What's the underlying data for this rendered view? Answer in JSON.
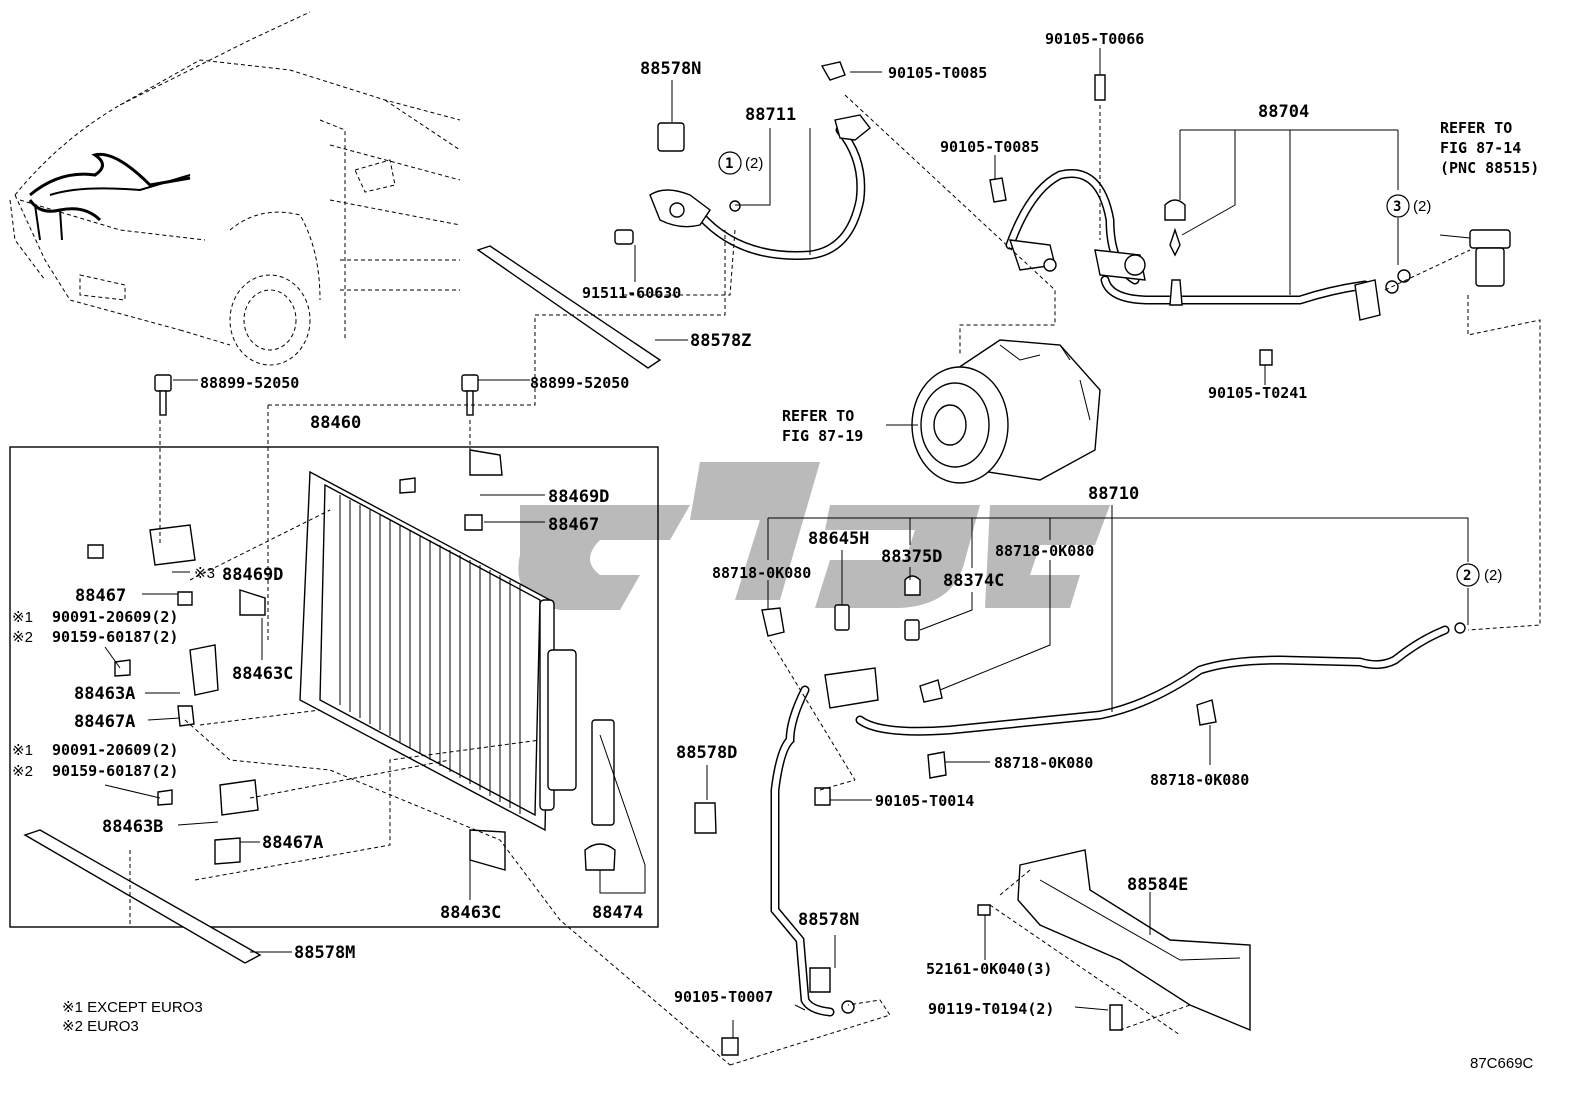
{
  "diagram": {
    "part_labels": {
      "p88578N_top": "88578N",
      "p88711": "88711",
      "p90105_T0085_a": "90105-T0085",
      "p90105_T0066": "90105-T0066",
      "p88704": "88704",
      "p90105_T0085_b": "90105-T0085",
      "p91511_60630": "91511-60630",
      "p88578Z": "88578Z",
      "p90105_T0241": "90105-T0241",
      "p88899_52050_a": "88899-52050",
      "p88899_52050_b": "88899-52050",
      "p88460": "88460",
      "p88469D_a": "88469D",
      "p88467_a": "88467",
      "p88469D_b": "88469D",
      "p88467_b": "88467",
      "p90091_20609_a": "90091-20609(2)",
      "p90159_60187_a": "90159-60187(2)",
      "p88463C_a": "88463C",
      "p88463A": "88463A",
      "p88467A_a": "88467A",
      "p90091_20609_b": "90091-20609(2)",
      "p90159_60187_b": "90159-60187(2)",
      "p88463B": "88463B",
      "p88467A_b": "88467A",
      "p88463C_b": "88463C",
      "p88474": "88474",
      "p88578M": "88578M",
      "p88710": "88710",
      "p88645H": "88645H",
      "p88375D": "88375D",
      "p88718_0K080_a": "88718-0K080",
      "p88718_0K080_b": "88718-0K080",
      "p88374C": "88374C",
      "p88578D": "88578D",
      "p88718_0K080_c": "88718-0K080",
      "p88718_0K080_d": "88718-0K080",
      "p90105_T0014": "90105-T0014",
      "p88578N_bot": "88578N",
      "p88584E": "88584E",
      "p90105_T0007": "90105-T0007",
      "p52161_0K040": "52161-0K040(3)",
      "p90119_T0194": "90119-T0194(2)"
    },
    "refer_compressor": [
      "REFER TO",
      "FIG 87-19"
    ],
    "refer_valve": [
      "REFER TO",
      "FIG 87-14",
      "(PNC 88515)"
    ],
    "circle_refs": {
      "c1": "1",
      "c1_qty": "(2)",
      "c2": "2",
      "c2_qty": "(2)",
      "c3": "3",
      "c3_qty": "(2)"
    },
    "mark_prefixes": {
      "m1": "※1",
      "m2": "※2",
      "m3": "※3"
    },
    "footnotes": [
      "※1 EXCEPT EURO3",
      "※2 EURO3"
    ],
    "figure_code": "87C669C"
  }
}
